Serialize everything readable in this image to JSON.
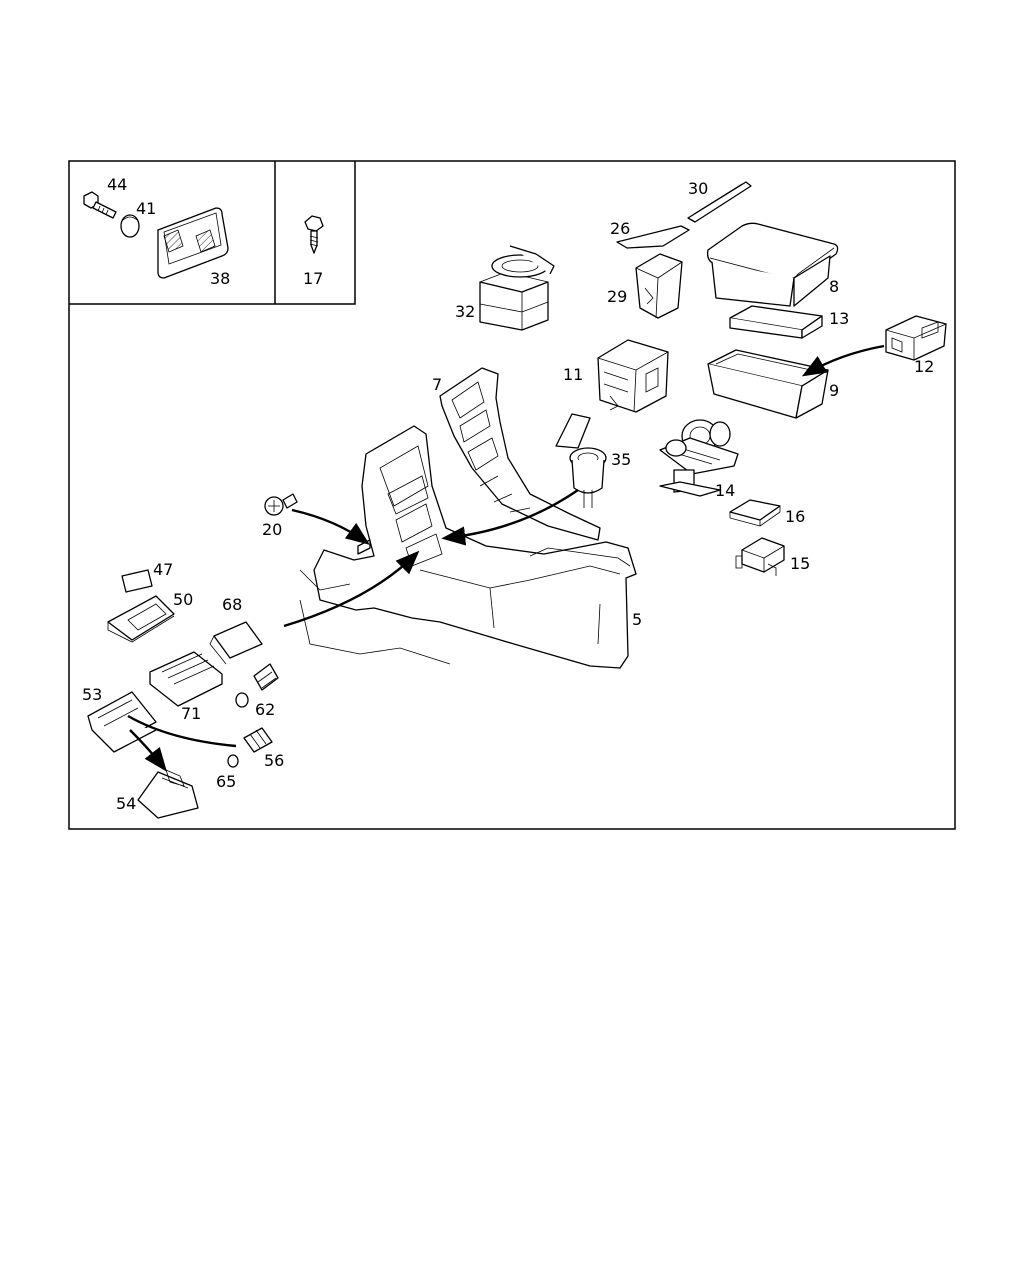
{
  "callouts": {
    "c44": "44",
    "c41": "41",
    "c38": "38",
    "c17": "17",
    "c30": "30",
    "c26": "26",
    "c29": "29",
    "c32": "32",
    "c8": "8",
    "c13": "13",
    "c12": "12",
    "c9": "9",
    "c11": "11",
    "c7": "7",
    "c35": "35",
    "c14": "14",
    "c16": "16",
    "c15": "15",
    "c20": "20",
    "c5": "5",
    "c47": "47",
    "c50": "50",
    "c68": "68",
    "c71": "71",
    "c62": "62",
    "c53": "53",
    "c56": "56",
    "c65": "65",
    "c54": "54"
  },
  "colors": {
    "line": "#000000",
    "background": "#ffffff"
  }
}
